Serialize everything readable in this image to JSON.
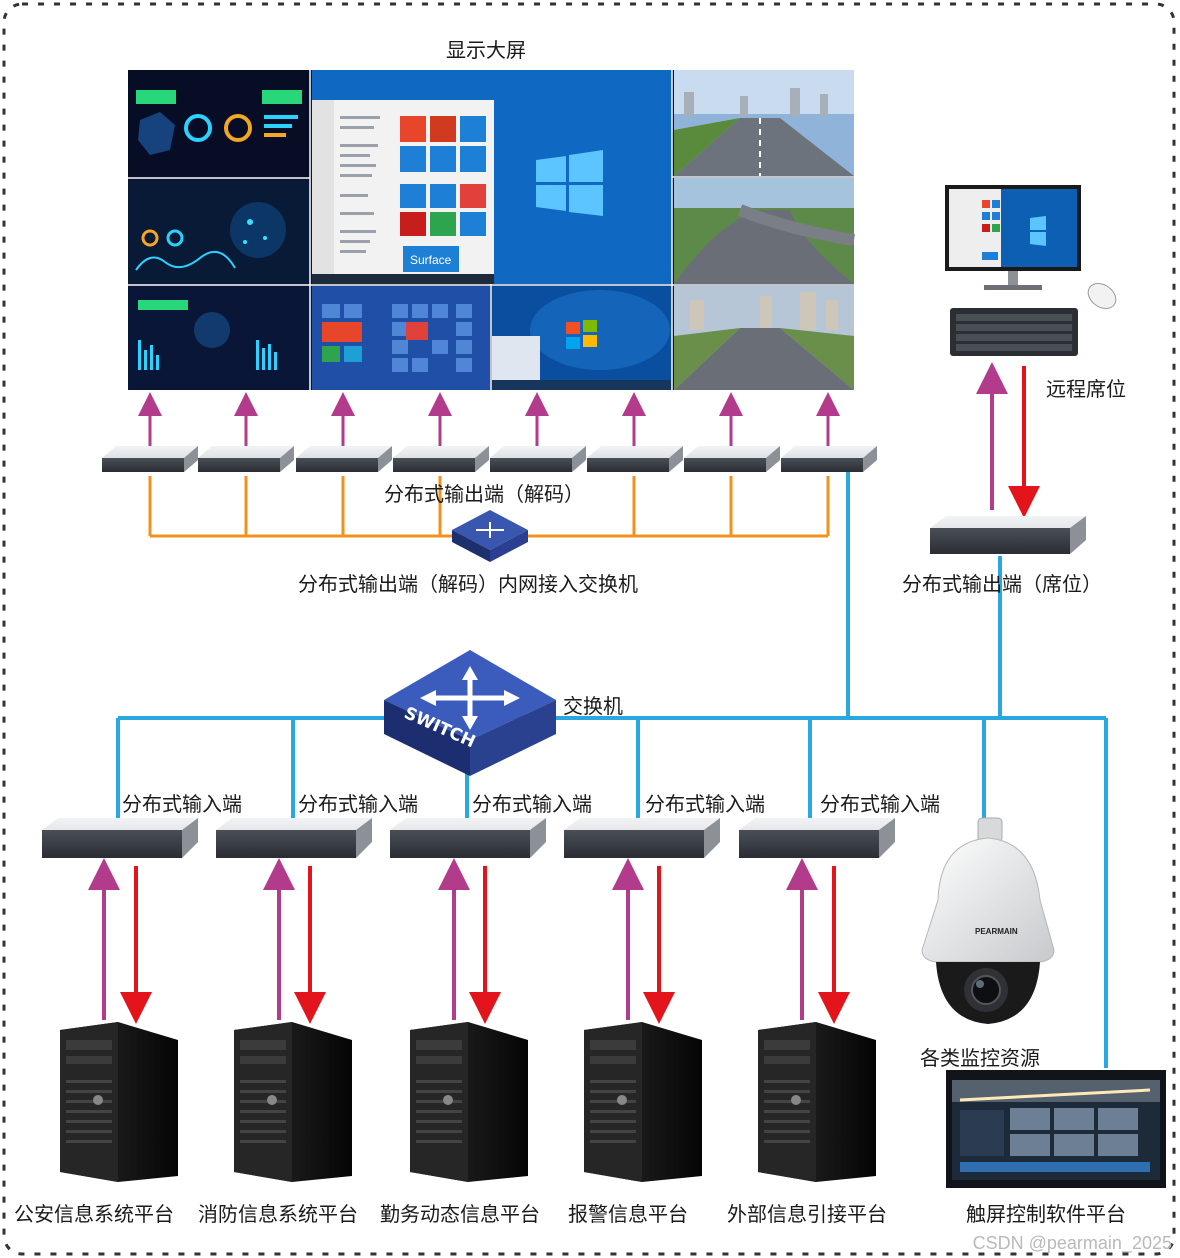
{
  "title": "显示大屏",
  "labels": {
    "decoder_row": "分布式输出端（解码）",
    "decoder_switch": "分布式输出端（解码）内网接入交换机",
    "seat_decoder": "分布式输出端（席位）",
    "remote_seat": "远程席位",
    "core_switch": "交换机",
    "switch_text": "SWITCH",
    "encoder": "分布式输入端",
    "camera": "各类监控资源"
  },
  "encoders": [
    "分布式输入端",
    "分布式输入端",
    "分布式输入端",
    "分布式输入端",
    "分布式输入端"
  ],
  "platforms": [
    "公安信息系统平台",
    "消防信息系统平台",
    "勤务动态信息平台",
    "报警信息平台",
    "外部信息引接平台",
    "触屏控制软件平台"
  ],
  "screen_text": {
    "surface": "Surface"
  },
  "camera_brand": "PEARMAIN",
  "watermark": "CSDN @pearmain_2025",
  "colors": {
    "cable_blue": "#29a7df",
    "cable_orange": "#f0921c",
    "arrow_up": "#b23b8c",
    "arrow_down": "#e3141b",
    "switch_blue": "#2a3f8f",
    "border": "#333333"
  }
}
